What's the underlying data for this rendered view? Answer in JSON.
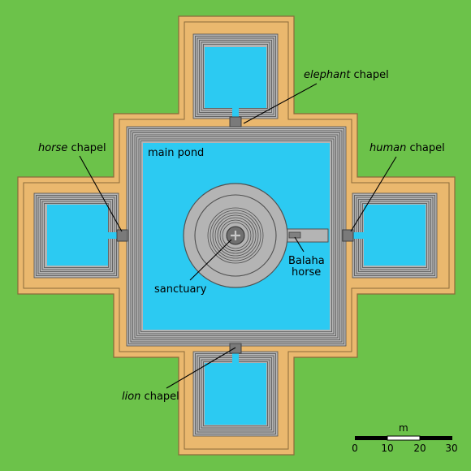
{
  "labels": {
    "elephant_italic": "elephant",
    "elephant_rest": " chapel",
    "horse_italic": "horse",
    "horse_rest": " chapel",
    "human_italic": "human",
    "human_rest": " chapel",
    "lion_italic": "lion",
    "lion_rest": " chapel",
    "main_pond": "main pond",
    "sanctuary": "sanctuary",
    "balaha_line1": "Balaha",
    "balaha_line2": "horse"
  },
  "scale_bar": {
    "unit": "m",
    "ticks": [
      "0",
      "10",
      "20",
      "30"
    ]
  },
  "colors": {
    "grass": "#6cc24a",
    "sand": "#eab86e",
    "water": "#2ccaf2",
    "stone": "#b4b4b4",
    "stone_dark": "#707070"
  }
}
